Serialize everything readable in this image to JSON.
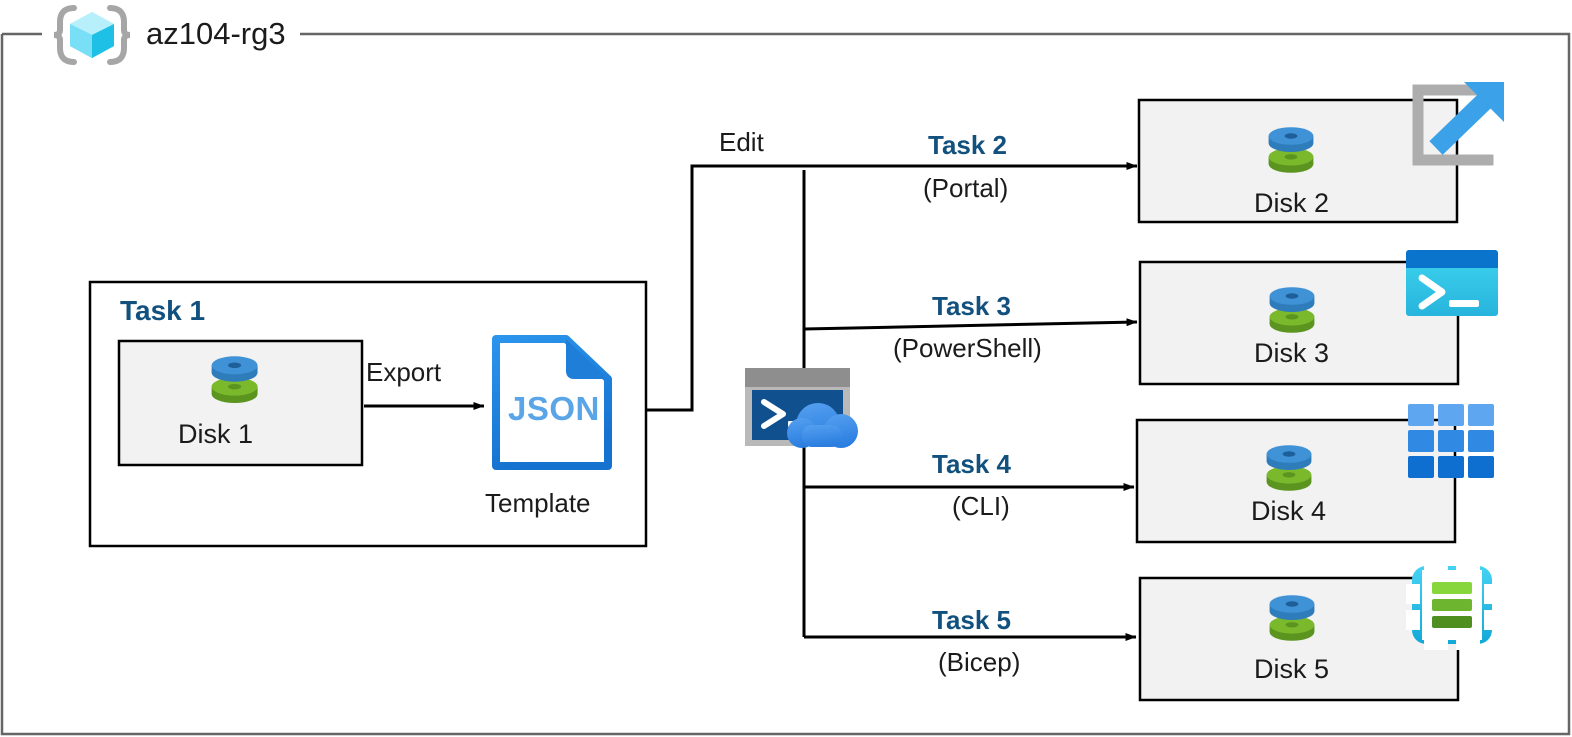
{
  "diagram": {
    "type": "azure-architecture-diagram",
    "resource_group": {
      "name": "az104-rg3",
      "icon": "azure-resource-group-icon"
    },
    "colors": {
      "task_label": "#12507e",
      "box_fill": "#f2f2f2",
      "box_stroke": "#000000",
      "frame_stroke": "#666666",
      "disk_blue": "#3c8fd4",
      "disk_green": "#70ad2a",
      "json_blue": "#1f83e0",
      "json_text": "#5aa5e8",
      "portal_gray": "#adadad",
      "portal_arrow": "#3ba1e8",
      "powershell_cyan": "#34ccea",
      "powershell_titlebar": "#0078d4",
      "cli_blue": "#2f88d4",
      "bicep_cyan": "#2fc2ea",
      "bicep_green": "#7ac943",
      "cloudshell_window": "#9e9e9e",
      "cloudshell_screen": "#10508f",
      "cloudshell_cloud": "#3b8ee8"
    },
    "task1": {
      "heading": "Task 1",
      "source_disk": "Disk 1",
      "edge_label": "Export",
      "template_icon_text": "JSON",
      "template_caption": "Template"
    },
    "edit_label": "Edit",
    "cloudshell": {
      "icon": "cloud-shell-icon",
      "prompt": ">_"
    },
    "branches": [
      {
        "heading": "Task 2",
        "subheading": "(Portal)",
        "target_disk": "Disk 2",
        "icon": "azure-portal-icon"
      },
      {
        "heading": "Task 3",
        "subheading": "(PowerShell)",
        "target_disk": "Disk 3",
        "icon": "powershell-icon"
      },
      {
        "heading": "Task 4",
        "subheading": "(CLI)",
        "target_disk": "Disk 4",
        "icon": "azure-cli-icon"
      },
      {
        "heading": "Task 5",
        "subheading": "(Bicep)",
        "target_disk": "Disk 5",
        "icon": "bicep-icon"
      }
    ]
  }
}
